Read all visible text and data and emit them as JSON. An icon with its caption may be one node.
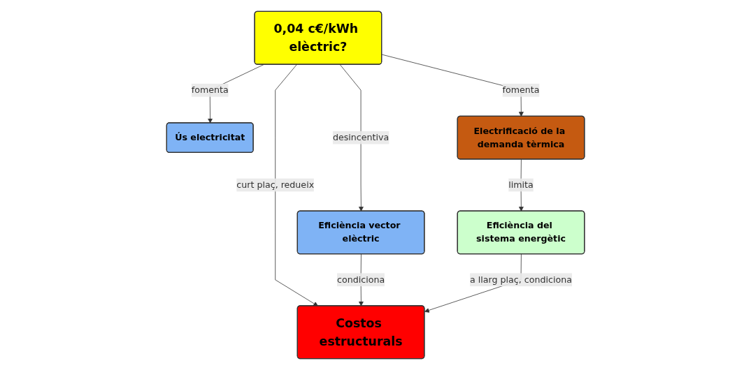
{
  "diagram": {
    "nodes": [
      {
        "text": [
          "0,04 c€/kWh elèctric?"
        ]
      },
      {
        "text": [
          "Costos estructurals"
        ]
      },
      {
        "text": [
          "Ús electricitat"
        ]
      },
      {
        "text": [
          "Eficiència vector elèctric"
        ]
      },
      {
        "text": [
          "Electrificació de la demanda tèrmica"
        ]
      },
      {
        "text": [
          "Eficiència del sistema energètic"
        ]
      }
    ],
    "edges": [
      {
        "from": 0,
        "to": 1,
        "arrow": "to",
        "label": "curt plaç, redueix"
      },
      {
        "from": 0,
        "to": 2,
        "arrow": "to",
        "label": "fomenta"
      },
      {
        "from": 0,
        "to": 4,
        "arrow": "to",
        "label": "fomenta"
      },
      {
        "from": 0,
        "to": 3,
        "arrow": "to",
        "label": "desincentiva"
      },
      {
        "from": 3,
        "to": 1,
        "arrow": "to",
        "label": "condiciona"
      },
      {
        "from": 4,
        "to": 5,
        "arrow": "to",
        "label": "limita"
      },
      {
        "from": 5,
        "to": 1,
        "arrow": "to",
        "label": "a llarg plaç, condiciona"
      }
    ]
  }
}
